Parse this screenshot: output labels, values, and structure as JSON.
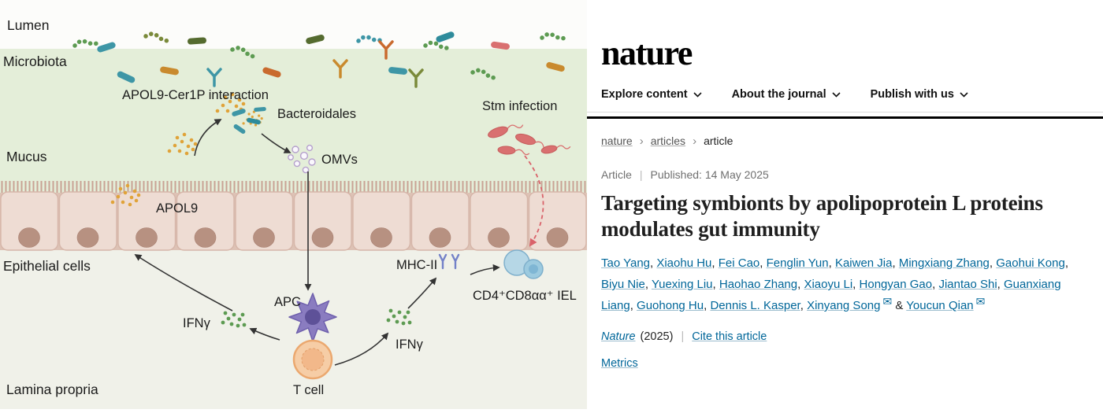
{
  "figure": {
    "labels": {
      "lumen": "Lumen",
      "microbiota": "Microbiota",
      "apol9_cer1p": "APOL9-Cer1P interaction",
      "bacteroidales": "Bacteroidales",
      "omvs": "OMVs",
      "mucus": "Mucus",
      "apol9": "APOL9",
      "stm_infection": "Stm infection",
      "mhc2": "MHC-II",
      "epithelial_cells": "Epithelial cells",
      "iel": "CD4⁺CD8αα⁺ IEL",
      "ifng_left": "IFNγ",
      "ifng_right": "IFNγ",
      "apc": "APC",
      "t_cell": "T cell",
      "lamina_propria": "Lamina propria"
    }
  },
  "article": {
    "logo": "nature",
    "nav": [
      {
        "label": "Explore content"
      },
      {
        "label": "About the journal"
      },
      {
        "label": "Publish with us"
      }
    ],
    "breadcrumb": [
      {
        "label": "nature"
      },
      {
        "label": "articles"
      },
      {
        "label": "article"
      }
    ],
    "breadcrumb_separator": "›",
    "meta": {
      "type": "Article",
      "pipe": "|",
      "published": "Published: 14 May 2025"
    },
    "title": "Targeting symbionts by apolipoprotein L proteins modulates gut immunity",
    "authors": [
      {
        "name": "Tao Yang"
      },
      {
        "name": "Xiaohu Hu"
      },
      {
        "name": "Fei Cao"
      },
      {
        "name": "Fenglin Yun"
      },
      {
        "name": "Kaiwen Jia"
      },
      {
        "name": "Mingxiang Zhang"
      },
      {
        "name": "Gaohui Kong"
      },
      {
        "name": "Biyu Nie"
      },
      {
        "name": "Yuexing Liu"
      },
      {
        "name": "Haohao Zhang"
      },
      {
        "name": "Xiaoyu Li"
      },
      {
        "name": "Hongyan Gao"
      },
      {
        "name": "Jiantao Shi"
      },
      {
        "name": "Guanxiang Liang"
      },
      {
        "name": "Guohong Hu"
      },
      {
        "name": "Dennis L. Kasper"
      },
      {
        "name": "Xinyang Song",
        "email": true
      },
      {
        "name": "Youcun Qian",
        "email": true
      }
    ],
    "author_separator": ", ",
    "author_last_separator": " & ",
    "email_icon": "✉",
    "citation": {
      "journal": "Nature",
      "year": "(2025)",
      "pipe": "|",
      "cite": "Cite this article"
    },
    "metrics": "Metrics"
  },
  "colors": {
    "link": "#006699",
    "mucus_green": "#e4eed9",
    "lamina_grey": "#f0f1e9",
    "cell_pink": "#eedcd3",
    "nucleus_brown": "#b79181",
    "apol9_yellow": "#e0a339",
    "ifng_green": "#5d9b52",
    "apc_purple": "#8a7cc0",
    "tcell_orange": "#f6cda6",
    "stm_red": "#d9626a"
  }
}
